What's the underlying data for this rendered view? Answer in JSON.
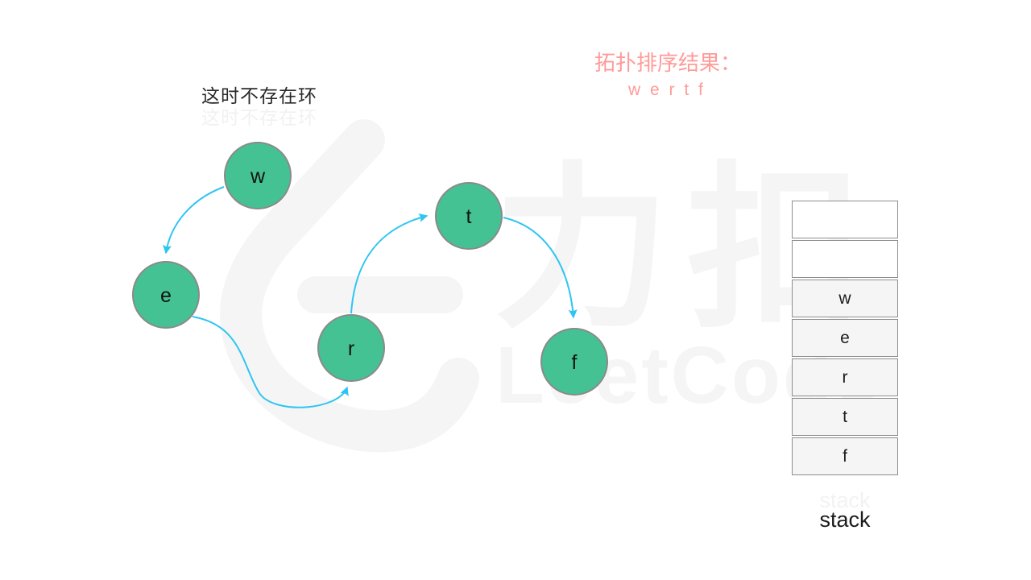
{
  "slide": {
    "title": "这时不存在环"
  },
  "topo_result": {
    "heading": "拓扑排序结果：",
    "sequence": "w e r t f"
  },
  "graph": {
    "nodes": [
      {
        "id": "w",
        "label": "w"
      },
      {
        "id": "e",
        "label": "e"
      },
      {
        "id": "r",
        "label": "r"
      },
      {
        "id": "t",
        "label": "t"
      },
      {
        "id": "f",
        "label": "f"
      }
    ],
    "edges": [
      {
        "from": "w",
        "to": "e"
      },
      {
        "from": "e",
        "to": "r"
      },
      {
        "from": "r",
        "to": "t"
      },
      {
        "from": "t",
        "to": "f"
      }
    ]
  },
  "stack": {
    "cells": [
      "",
      "",
      "w",
      "e",
      "r",
      "t",
      "f"
    ],
    "label": "stack"
  },
  "watermark": {
    "cjk": "力扣",
    "latin": "LeetCode"
  },
  "colors": {
    "node_fill": "#44c294",
    "node_border": "#8a8a8a",
    "edge": "#2ec5f2",
    "accent_pink": "#ff9b99",
    "title_text": "#2b2b2b",
    "stack_cell_fill": "#f5f5f6",
    "stack_border": "#8d8d8d",
    "watermark_gray": "#f5f5f6"
  }
}
